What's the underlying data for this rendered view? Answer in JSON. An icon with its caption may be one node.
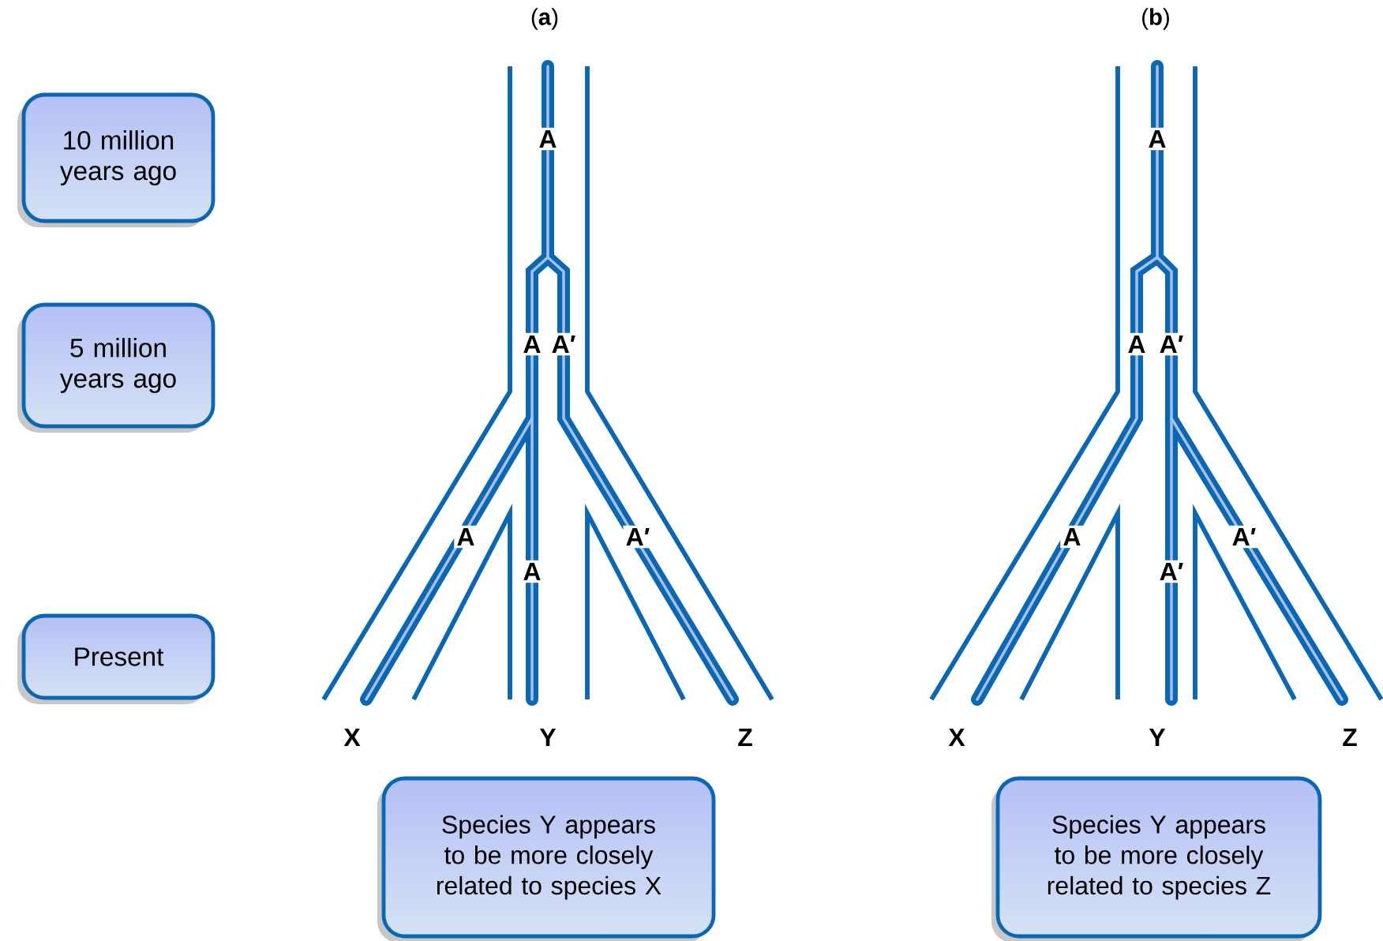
{
  "diagram": {
    "nodes": [
      {
        "text": [
          "10 million years ago"
        ]
      },
      {
        "text": [
          "5 million years ago"
        ]
      },
      {
        "text": [
          "Present"
        ]
      },
      {
        "text": [
          "Species Y appears to be more closely related to species X"
        ]
      },
      {
        "text": [
          "Species Y appears to be more closely related to species Z"
        ]
      }
    ],
    "labels": [
      "(**a**)",
      "(**b**)",
      "A",
      "A",
      "A",
      "A′",
      "A",
      "A′",
      "A",
      "A′",
      "A",
      "A′",
      "A",
      "A′",
      "X",
      "Y",
      "Z",
      "X",
      "Y",
      "Z"
    ]
  }
}
